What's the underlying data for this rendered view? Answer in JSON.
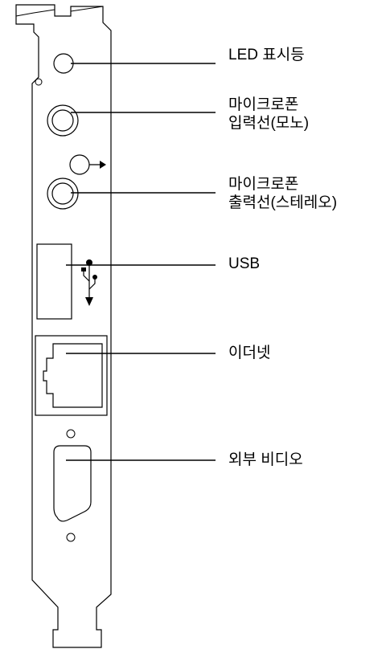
{
  "callouts": {
    "led": {
      "line1": "LED 표시등"
    },
    "mic_mono": {
      "line1": "마이크로폰",
      "line2": "입력선(모노)"
    },
    "mic_stereo": {
      "line1": "마이크로폰",
      "line2": "출력선(스테레오)"
    },
    "usb": {
      "line1": "USB"
    },
    "ethernet": {
      "line1": "이더넷"
    },
    "video": {
      "line1": "외부 비디오"
    }
  },
  "icons": [
    "audio-out-arrow-icon",
    "usb-trident-icon"
  ]
}
